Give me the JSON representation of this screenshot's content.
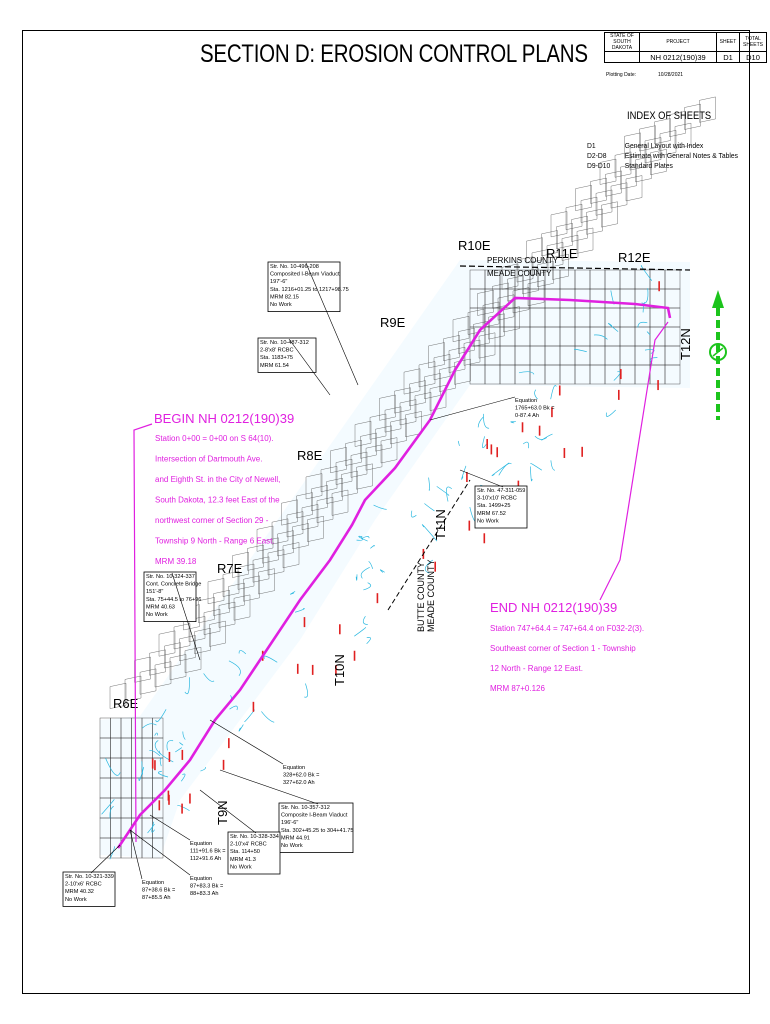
{
  "sheet": {
    "title": "SECTION D: EROSION CONTROL PLANS",
    "title_block": {
      "state_header": "STATE OF SOUTH DAKOTA",
      "project_header": "PROJECT",
      "sheet_header": "SHEET",
      "total_header": "TOTAL SHEETS",
      "project": "NH 0212(190)39",
      "sheet": "D1",
      "total": "D10"
    },
    "plotting_label": "Plotting Date:",
    "plotting_date": "10/28/2021"
  },
  "index": {
    "title": "INDEX OF SHEETS",
    "rows": [
      {
        "code": "D1",
        "desc": "General Layout with Index"
      },
      {
        "code": "D2-D8",
        "desc": "Estimate with General Notes & Tables"
      },
      {
        "code": "D9-D10",
        "desc": "Standard Plates"
      }
    ]
  },
  "map": {
    "ranges": [
      "R6E",
      "R7E",
      "R8E",
      "R9E",
      "R10E",
      "R11E",
      "R12E"
    ],
    "townships": [
      "T9N",
      "T10N",
      "T11N",
      "T12N"
    ],
    "county_top_1": "PERKINS COUNTY",
    "county_top_2": "MEADE COUNTY",
    "county_side_1": "BUTTE COUNTY",
    "county_side_2": "MEADE COUNTY",
    "begin": {
      "title": "BEGIN NH 0212(190)39",
      "lines": [
        "Station 0+00 = 0+00 on S 64(10).",
        "Intersection of Dartmouth Ave.",
        "and Eighth St. in the City of Newell,",
        "South Dakota, 12.3 feet East of the",
        "northwest corner of Section 29 -",
        "Township 9 North - Range 6 East.",
        "MRM 39.18"
      ]
    },
    "end": {
      "title": "END NH 0212(190)39",
      "lines": [
        "Station 747+64.4 = 747+64.4 on F032-2(3).",
        "Southeast corner of Section 1 - Township",
        "12 North - Range 12 East.",
        "MRM 87+0.126"
      ]
    },
    "notes": {
      "n1": [
        "Str. No. 10-496-208",
        "Composited I-Beam Viaduct",
        "197'-6\"",
        "Sta. 1216+01.25 to 1217+98.75",
        "MRM 82.15",
        "No Work"
      ],
      "n2": [
        "Str. No. 10-487-312",
        "2-8'x8' RCBC",
        "Sta. 1183+75",
        "MRM 61.54"
      ],
      "n3": [
        "Equation",
        "1765+63.0 Bk =",
        "0-87.4 Ah"
      ],
      "n4": [
        "Str. No. 47-311-059",
        "3-10'x10' RCBC",
        "Sta. 1499+25",
        "MRM 67.52",
        "No Work"
      ],
      "n5": [
        "Str. No. 10-324-337",
        "Cont. Concrete Bridge",
        "151'-8\"",
        "Sta. 75+44.5 to 76+96",
        "MRM 40.63",
        "No Work"
      ],
      "n6": [
        "Equation",
        "328+62.0 Bk =",
        "327+62.0 Ah"
      ],
      "n7": [
        "Str. No. 10-357-312",
        "Composite I-Beam Viaduct",
        "196'-6\"",
        "Sta. 302+45.25 to 304+41.75",
        "MRM 44.91",
        "No Work"
      ],
      "n8": [
        "Str. No. 10-328-334",
        "2-10'x4' RCBC",
        "Sta. 114+50",
        "MRM 41.3",
        "No Work"
      ],
      "n9": [
        "Equation",
        "111+91.6 Bk =",
        "112+91.6 Ah"
      ],
      "n10": [
        "Equation",
        "87+83.3 Bk =",
        "88+83.3 Ah"
      ],
      "n11": [
        "Equation",
        "87+38.6 Bk =",
        "87+85.5 Ah"
      ],
      "n12": [
        "Str. No. 10-321-339",
        "2-10'x6' RCBC",
        "MRM 40.32",
        "No Work"
      ]
    }
  }
}
